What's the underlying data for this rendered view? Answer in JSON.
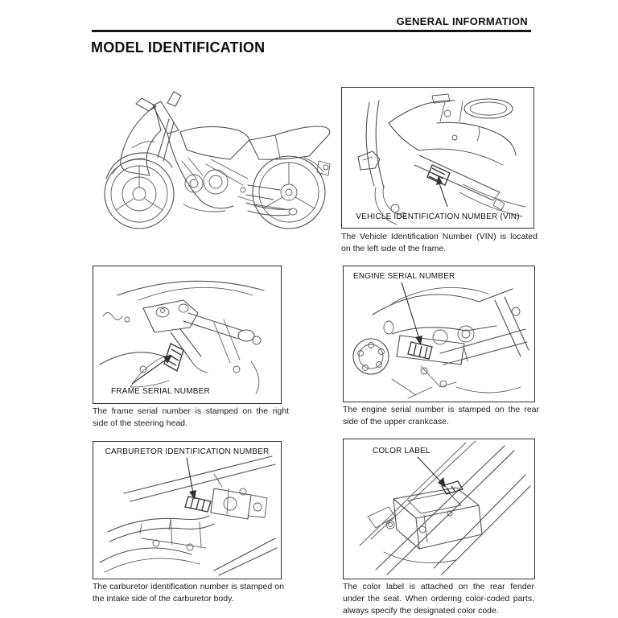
{
  "page": {
    "header": "GENERAL INFORMATION",
    "title": "MODEL IDENTIFICATION"
  },
  "figures": {
    "overview": {
      "name": "motorcycle side view drawing"
    },
    "vin": {
      "label": "VEHICLE IDENTIFICATION NUMBER (VIN)",
      "caption": "The Vehicle Identification Number (VIN) is located on the left side of the frame."
    },
    "frame": {
      "label": "FRAME SERIAL NUMBER",
      "caption": "The frame serial number is stamped on the right side of the steering head."
    },
    "engine": {
      "label": "ENGINE SERIAL NUMBER",
      "caption": "The engine serial number is stamped on the rear side of the upper crankcase."
    },
    "carburetor": {
      "label": "CARBURETOR IDENTIFICATION NUMBER",
      "caption": "The carburetor identification number is stamped on the intake side of the carburetor body."
    },
    "color": {
      "label": "COLOR LABEL",
      "caption": "The color label is attached on the rear fender under the seat. When ordering color-coded parts, always specify the designated color code."
    }
  },
  "colors": {
    "paper": "#ffffff",
    "ink": "#1a1a1a",
    "line_art": "#4f4f4f",
    "panel_border": "#2e2e2e"
  }
}
